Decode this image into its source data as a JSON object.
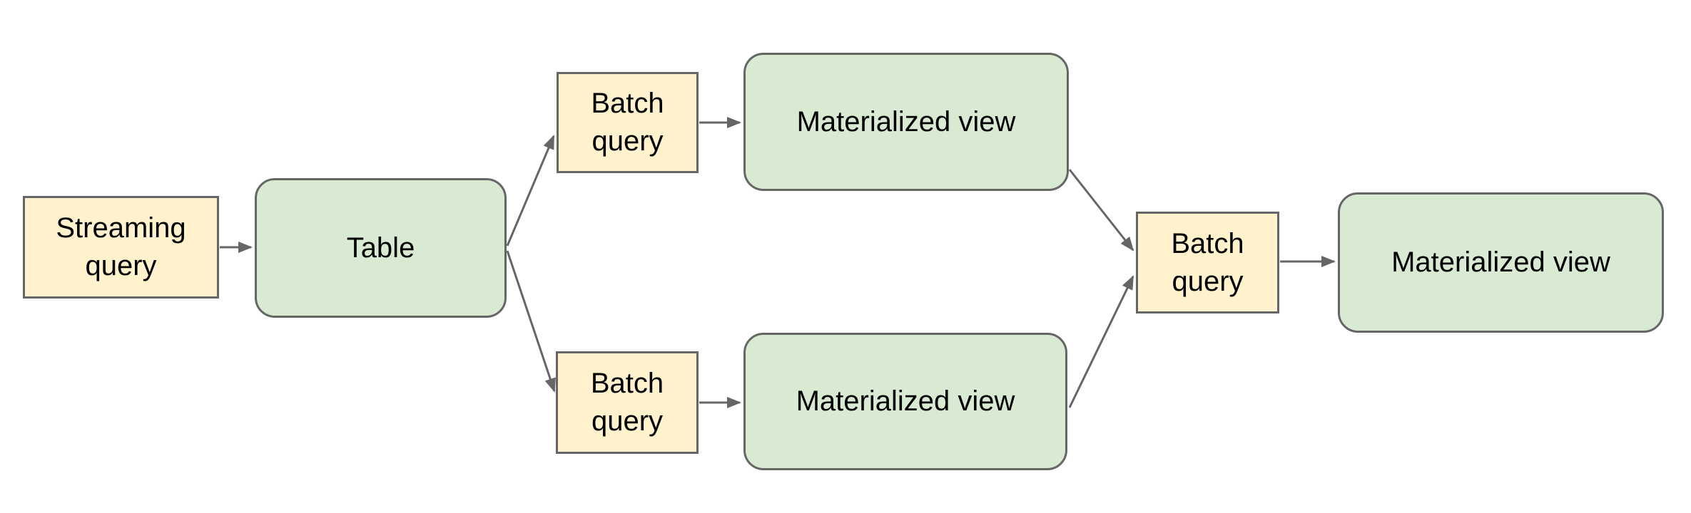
{
  "diagram": {
    "nodes": [
      {
        "id": "streaming-query",
        "label": "Streaming query",
        "type": "query"
      },
      {
        "id": "table",
        "label": "Table",
        "type": "table"
      },
      {
        "id": "batch-query-top",
        "label": "Batch query",
        "type": "query"
      },
      {
        "id": "materialized-view-top",
        "label": "Materialized view",
        "type": "view"
      },
      {
        "id": "batch-query-bottom",
        "label": "Batch query",
        "type": "query"
      },
      {
        "id": "materialized-view-bottom",
        "label": "Materialized view",
        "type": "view"
      },
      {
        "id": "batch-query-right",
        "label": "Batch query",
        "type": "query"
      },
      {
        "id": "materialized-view-right",
        "label": "Materialized view",
        "type": "view"
      }
    ],
    "edges": [
      {
        "from": "streaming-query",
        "to": "table"
      },
      {
        "from": "table",
        "to": "batch-query-top"
      },
      {
        "from": "table",
        "to": "batch-query-bottom"
      },
      {
        "from": "batch-query-top",
        "to": "materialized-view-top"
      },
      {
        "from": "batch-query-bottom",
        "to": "materialized-view-bottom"
      },
      {
        "from": "materialized-view-top",
        "to": "batch-query-right"
      },
      {
        "from": "materialized-view-bottom",
        "to": "batch-query-right"
      },
      {
        "from": "batch-query-right",
        "to": "materialized-view-right"
      }
    ],
    "colors": {
      "query_fill": "#fff2cc",
      "view_fill": "#d9ead3",
      "border": "#666666",
      "arrow": "#666666",
      "text": "#000000",
      "background": "#ffffff"
    }
  }
}
